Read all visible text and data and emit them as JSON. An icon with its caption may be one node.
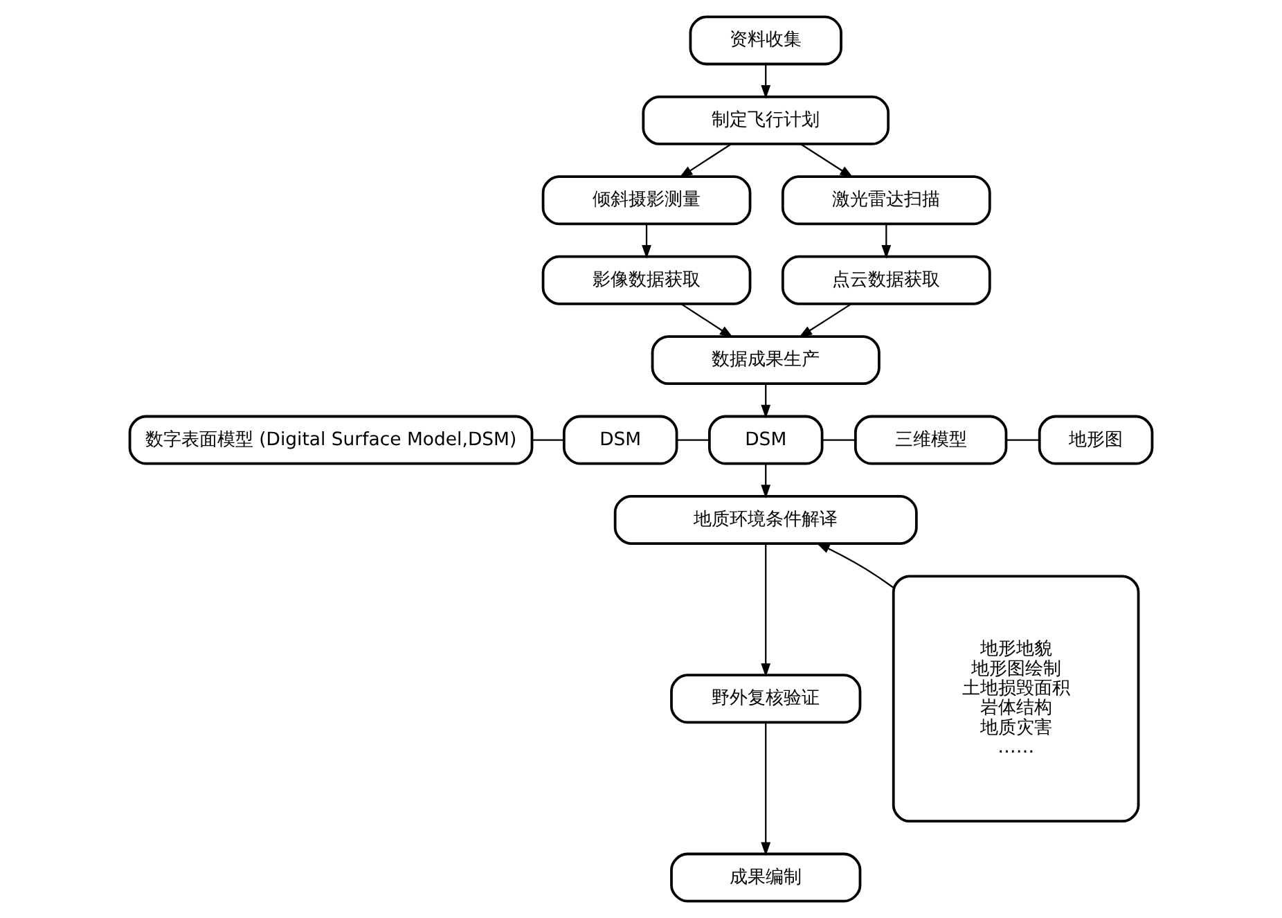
{
  "diagram": {
    "nodes": [
      {
        "text": [
          "资料收集"
        ]
      },
      {
        "text": [
          "制定飞行计划"
        ]
      },
      {
        "text": [
          "倾斜摄影测量"
        ]
      },
      {
        "text": [
          "激光雷达扫描"
        ]
      },
      {
        "text": [
          "影像数据获取"
        ]
      },
      {
        "text": [
          "点云数据获取"
        ]
      },
      {
        "text": [
          "数据成果生产"
        ]
      },
      {
        "text": [
          "数字表面模型 (Digital Surface Model,DSM)"
        ]
      },
      {
        "text": [
          "DSM"
        ]
      },
      {
        "text": [
          "DSM"
        ]
      },
      {
        "text": [
          "三维模型"
        ]
      },
      {
        "text": [
          "地形图"
        ]
      },
      {
        "text": [
          "地质环境条件解译"
        ]
      },
      {
        "text": [
          "野外复核验证"
        ]
      },
      {
        "text": [
          "成果编制"
        ]
      },
      {
        "text": [
          "地形地貌",
          "地形图绘制",
          "土地损毁面积",
          "岩体结构",
          "地质灾害",
          "……"
        ]
      }
    ],
    "edges": [
      {
        "from": 0,
        "to": 1,
        "arrow": "to"
      },
      {
        "from": 1,
        "to": 2,
        "arrow": "to"
      },
      {
        "from": 1,
        "to": 3,
        "arrow": "to"
      },
      {
        "from": 2,
        "to": 4,
        "arrow": "to"
      },
      {
        "from": 3,
        "to": 5,
        "arrow": "to"
      },
      {
        "from": 4,
        "to": 6,
        "arrow": "to"
      },
      {
        "from": 5,
        "to": 6,
        "arrow": "to"
      },
      {
        "from": 6,
        "to": 9,
        "arrow": "to"
      },
      {
        "from": 7,
        "to": 8,
        "arrow": "none"
      },
      {
        "from": 8,
        "to": 9,
        "arrow": "none"
      },
      {
        "from": 9,
        "to": 10,
        "arrow": "none"
      },
      {
        "from": 10,
        "to": 11,
        "arrow": "none"
      },
      {
        "from": 9,
        "to": 12,
        "arrow": "to"
      },
      {
        "from": 15,
        "to": 12,
        "arrow": "to"
      },
      {
        "from": 12,
        "to": 13,
        "arrow": "to"
      },
      {
        "from": 13,
        "to": 14,
        "arrow": "to"
      }
    ]
  }
}
